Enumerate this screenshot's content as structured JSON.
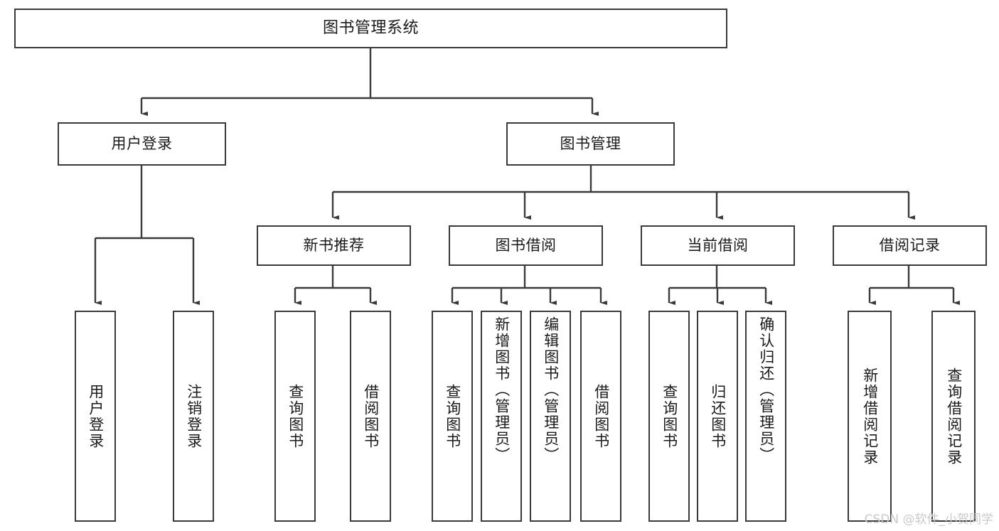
{
  "diagram": {
    "title": "图书管理系统",
    "type": "tree-hierarchy-chart",
    "stroke_color": "#3a3a3a",
    "fill_color": "#ffffff",
    "text_color": "#1a1a1a",
    "watermark": "CSDN @软件_小贺同学",
    "levels": {
      "root": {
        "label": "图书管理系统"
      },
      "level2": [
        {
          "label": "用户登录"
        },
        {
          "label": "图书管理"
        }
      ],
      "level3": [
        {
          "label": "新书推荐"
        },
        {
          "label": "图书借阅"
        },
        {
          "label": "当前借阅"
        },
        {
          "label": "借阅记录"
        }
      ],
      "leaves": {
        "user_login": [
          {
            "label": "用户登录"
          },
          {
            "label": "注销登录"
          }
        ],
        "new_book_recommend": [
          {
            "label": "查询图书"
          },
          {
            "label": "借阅图书"
          }
        ],
        "book_borrow": [
          {
            "label": "查询图书"
          },
          {
            "label": "新增图书（管理员）"
          },
          {
            "label": "编辑图书（管理员）"
          },
          {
            "label": "借阅图书"
          }
        ],
        "current_borrow": [
          {
            "label": "查询图书"
          },
          {
            "label": "归还图书"
          },
          {
            "label": "确认归还（管理员）"
          }
        ],
        "borrow_record": [
          {
            "label": "新增借阅记录"
          },
          {
            "label": "查询借阅记录"
          }
        ]
      }
    }
  }
}
